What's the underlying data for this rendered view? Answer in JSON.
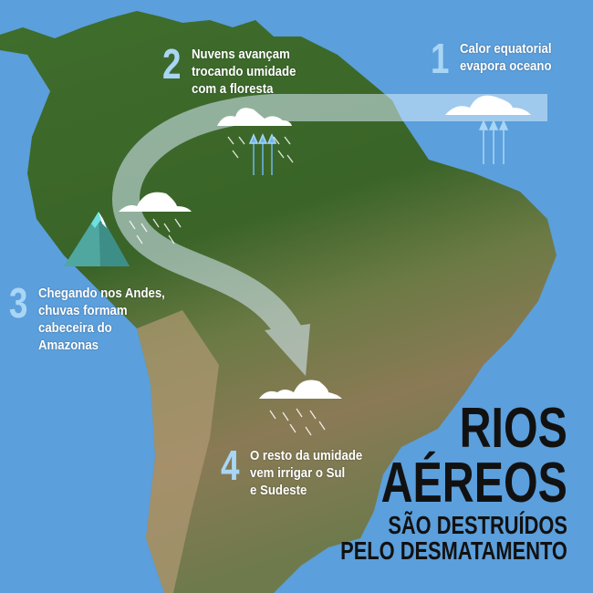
{
  "steps": [
    {
      "number": "1",
      "lines": [
        "Calor equatorial",
        "evapora oceano"
      ]
    },
    {
      "number": "2",
      "lines": [
        "Nuvens avançam",
        "trocando umidade",
        "com a floresta"
      ]
    },
    {
      "number": "3",
      "lines": [
        "Chegando nos Andes,",
        "chuvas formam",
        "cabeceira do",
        "Amazonas"
      ]
    },
    {
      "number": "4",
      "lines": [
        "O resto da umidade",
        "vem irrigar o Sul",
        "e Sudeste"
      ]
    }
  ],
  "title": {
    "line1": "RIOS",
    "line2": "AÉREOS",
    "subtitle1": "SÃO DESTRUÍDOS",
    "subtitle2": "PELO DESMATAMENTO"
  },
  "colors": {
    "ocean": "#5b9fdc",
    "forest": "#3d6b2a",
    "dry": "#a08660",
    "accent": "#a9d6f5",
    "mountain": "#4fb3a9"
  }
}
